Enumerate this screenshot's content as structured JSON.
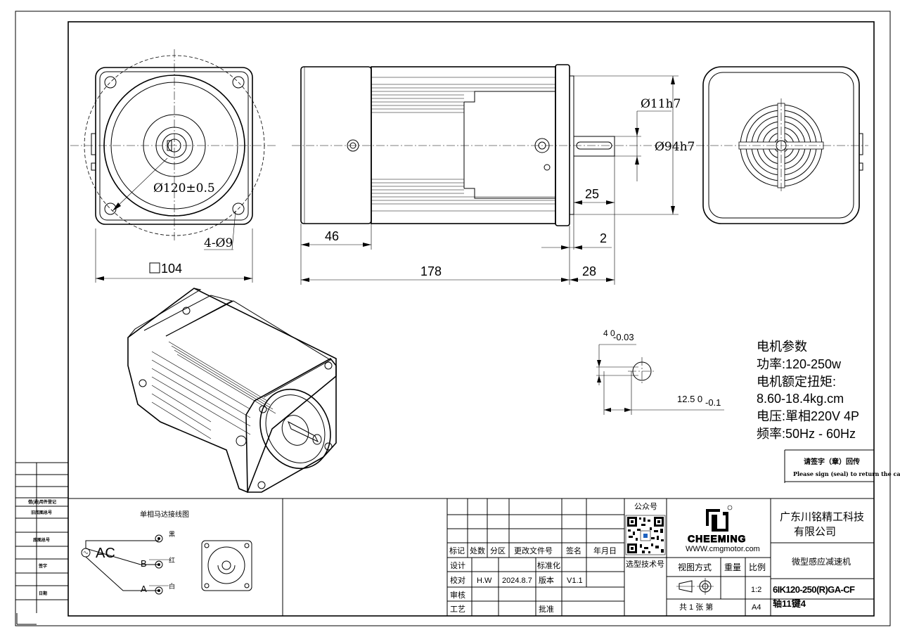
{
  "dims": {
    "pcd": "Ø120±0.5",
    "holes": "4-Ø9",
    "square": "104",
    "shaft": "Ø11h7",
    "pilot": "Ø94h7",
    "d46": "46",
    "d178": "178",
    "d25": "25",
    "d2": "2",
    "d28": "28"
  },
  "key": {
    "width_main": "4 0",
    "width_tol": "-0.03",
    "height_main": "12.5 0",
    "height_tol": "-0.1"
  },
  "params": {
    "title": "电机参数",
    "power": "功率:120-250w",
    "torque_label": "电机额定扭矩:",
    "torque_value": "8.60-18.4kg.cm",
    "voltage": "电压:單相220V 4P",
    "frequency": "频率:50Hz - 60Hz"
  },
  "notice": {
    "cn": "请签字（章）回传",
    "en": "Please sign (seal) to return the call"
  },
  "left_strip": {
    "r1": "借(通)用件登记",
    "r2": "旧底图总号",
    "r3": "底图总号",
    "r4": "签字",
    "r5": "日期"
  },
  "wiring": {
    "title": "单相马达接线图",
    "ac": "AC",
    "b": "B",
    "a": "A",
    "black": "黑",
    "red": "红",
    "white": "白"
  },
  "table": {
    "mark": "标记",
    "count": "处数",
    "zone": "分区",
    "change_doc": "更改文件号",
    "sign": "签名",
    "date": "年月日",
    "design": "设计",
    "standard": "标准化",
    "check": "校对",
    "checker": "H.W",
    "check_date": "2024.8.7",
    "version_label": "版本",
    "version": "V1.1",
    "review": "审核",
    "process": "工艺",
    "approve": "批准",
    "wechat": "公众号",
    "select_tech": "选型技术号"
  },
  "brand": {
    "logo": "CHEEMING",
    "url": "WWW.cmgmotor.com",
    "company": "广东川铭精工科技",
    "company2": "有限公司",
    "product": "微型感应减速机",
    "view": "视图方式",
    "weight": "重量",
    "scale_label": "比例",
    "scale": "1:2",
    "model": "6IK120-250(R)GA-CF",
    "model2": "轴11键4",
    "total": "共 1  张  第",
    "size": "A4"
  }
}
